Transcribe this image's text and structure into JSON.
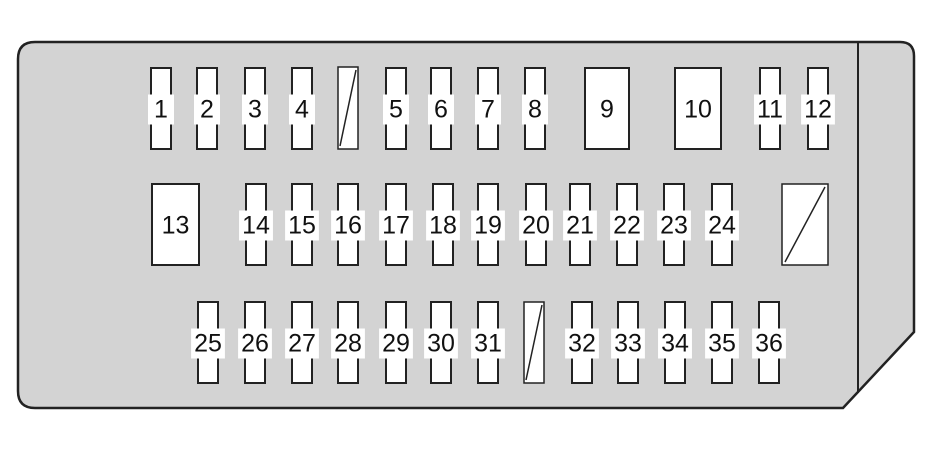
{
  "fuses": {
    "row1": [
      "1",
      "2",
      "3",
      "4",
      "",
      "5",
      "6",
      "7",
      "8",
      "9",
      "10",
      "11",
      "12"
    ],
    "row2": [
      "13",
      "14",
      "15",
      "16",
      "17",
      "18",
      "19",
      "20",
      "21",
      "22",
      "23",
      "24",
      ""
    ],
    "row3": [
      "25",
      "26",
      "27",
      "28",
      "29",
      "30",
      "31",
      "",
      "32",
      "33",
      "34",
      "35",
      "36"
    ]
  },
  "colors": {
    "panel": "#d3d3d3",
    "outline": "#222222",
    "fuse_fill": "#ffffff"
  }
}
